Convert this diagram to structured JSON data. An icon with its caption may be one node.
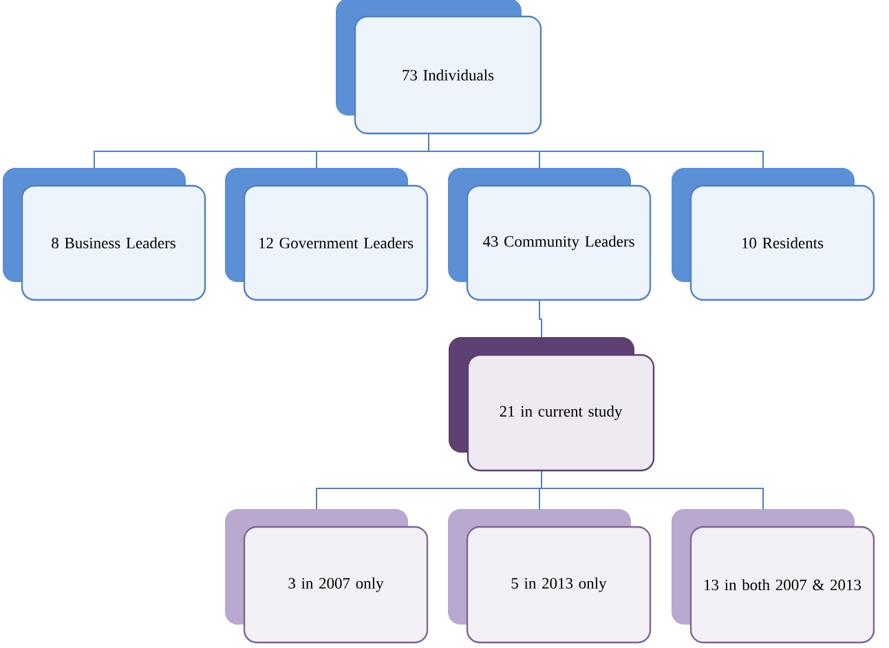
{
  "diagram": {
    "nodes": [
      {
        "text": [
          "73 Individuals"
        ]
      },
      {
        "text": [
          "8 Business Leaders"
        ]
      },
      {
        "text": [
          "12 Government Leaders"
        ]
      },
      {
        "text": [
          "43 Community Leaders"
        ]
      },
      {
        "text": [
          "10 Residents"
        ]
      },
      {
        "text": [
          "21 in current study"
        ]
      },
      {
        "text": [
          "3 in 2007 only"
        ]
      },
      {
        "text": [
          "5 in 2013 only"
        ]
      },
      {
        "text": [
          "13 in both 2007 & 2013"
        ]
      }
    ],
    "edges": [
      {
        "from": 0,
        "to": 1,
        "arrow": "none"
      },
      {
        "from": 0,
        "to": 2,
        "arrow": "none"
      },
      {
        "from": 0,
        "to": 3,
        "arrow": "none"
      },
      {
        "from": 0,
        "to": 4,
        "arrow": "none"
      },
      {
        "from": 3,
        "to": 5,
        "arrow": "none"
      },
      {
        "from": 5,
        "to": 6,
        "arrow": "none"
      },
      {
        "from": 5,
        "to": 7,
        "arrow": "none"
      },
      {
        "from": 5,
        "to": 8,
        "arrow": "none"
      }
    ]
  }
}
